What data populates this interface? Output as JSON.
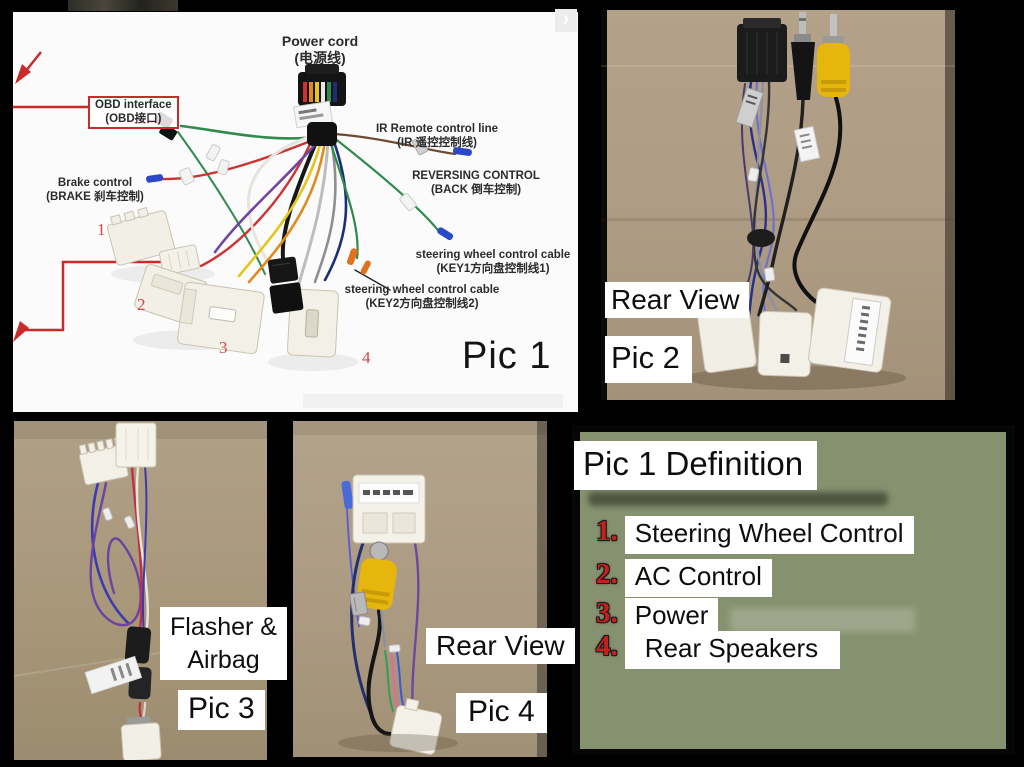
{
  "colors": {
    "background": "#000000",
    "annotation_red": "#c92a2a",
    "marker_red": "#d24848",
    "definition_panel_green": "#85916f",
    "cardboard_tan": "#ac9b82",
    "label_box_white": "#ffffff",
    "rca_yellow": "#e6b60d"
  },
  "pic1": {
    "name_label": "Pic 1",
    "chevron_icon": "›",
    "annotations": {
      "power_cord": {
        "line1": "Power cord",
        "line2": "(电源线)"
      },
      "obd": {
        "line1": "OBD interface",
        "line2": "(OBD接口)"
      },
      "brake": {
        "line1": "Brake control",
        "line2": "(BRAKE 刹车控制)"
      },
      "ir_remote": {
        "line1": "IR Remote control line",
        "line2": "(IR 遥控控制线)"
      },
      "reversing": {
        "line1": "REVERSING CONTROL",
        "line2": "(BACK 倒车控制)"
      },
      "key1": {
        "line1": "steering wheel control cable",
        "line2": "(KEY1方向盘控制线1)"
      },
      "key2": {
        "line1": "steering wheel control cable",
        "line2": "(KEY2方向盘控制线2)"
      }
    },
    "markers": {
      "m1": "1",
      "m2": "2",
      "m3": "3",
      "m4": "4"
    }
  },
  "pic2": {
    "caption": "Rear View",
    "name_label": "Pic 2"
  },
  "pic3": {
    "caption_line1": "Flasher &",
    "caption_line2": "Airbag",
    "name_label": "Pic 3"
  },
  "pic4": {
    "caption": "Rear View",
    "name_label": "Pic 4"
  },
  "definition": {
    "title": "Pic 1 Definition",
    "items": [
      {
        "num": "1.",
        "label": "Steering Wheel Control"
      },
      {
        "num": "2.",
        "label": "AC Control"
      },
      {
        "num": "3.",
        "label": "Power"
      },
      {
        "num": "4.",
        "label": "Rear Speakers"
      }
    ]
  }
}
